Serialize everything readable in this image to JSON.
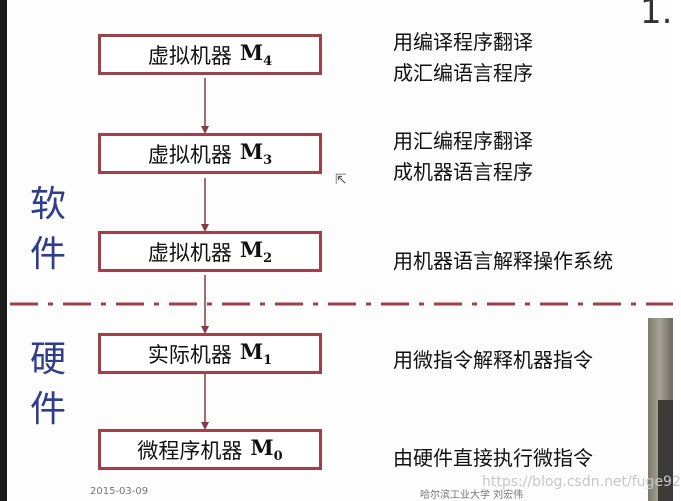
{
  "machines": [
    {
      "name": "虚拟机器",
      "letter": "M",
      "sub": "4",
      "desc_lines": [
        "用编译程序翻译",
        "成汇编语言程序"
      ]
    },
    {
      "name": "虚拟机器",
      "letter": "M",
      "sub": "3",
      "desc_lines": [
        "用汇编程序翻译",
        "成机器语言程序"
      ]
    },
    {
      "name": "虚拟机器",
      "letter": "M",
      "sub": "2",
      "desc_lines": [
        "用机器语言解释操作系统"
      ]
    },
    {
      "name": "实际机器",
      "letter": "M",
      "sub": "1",
      "desc_lines": [
        "用微指令解释机器指令"
      ]
    },
    {
      "name": "微程序机器",
      "letter": "M",
      "sub": "0",
      "desc_lines": [
        "由硬件直接执行微指令"
      ]
    }
  ],
  "side_labels": {
    "software": [
      "软",
      "件"
    ],
    "hardware": [
      "硬",
      "件"
    ]
  },
  "footer": {
    "date": "2015-03-09",
    "institution": "哈尔滨工业大学  刘宏伟"
  },
  "watermark": "https://blog.csdn.net/fuge92",
  "corner_number": "1.",
  "colors": {
    "box_border": "#a0404b",
    "arrow": "#8a3a44",
    "divider": "#a0404b",
    "side_label": "#2f3d8f"
  }
}
